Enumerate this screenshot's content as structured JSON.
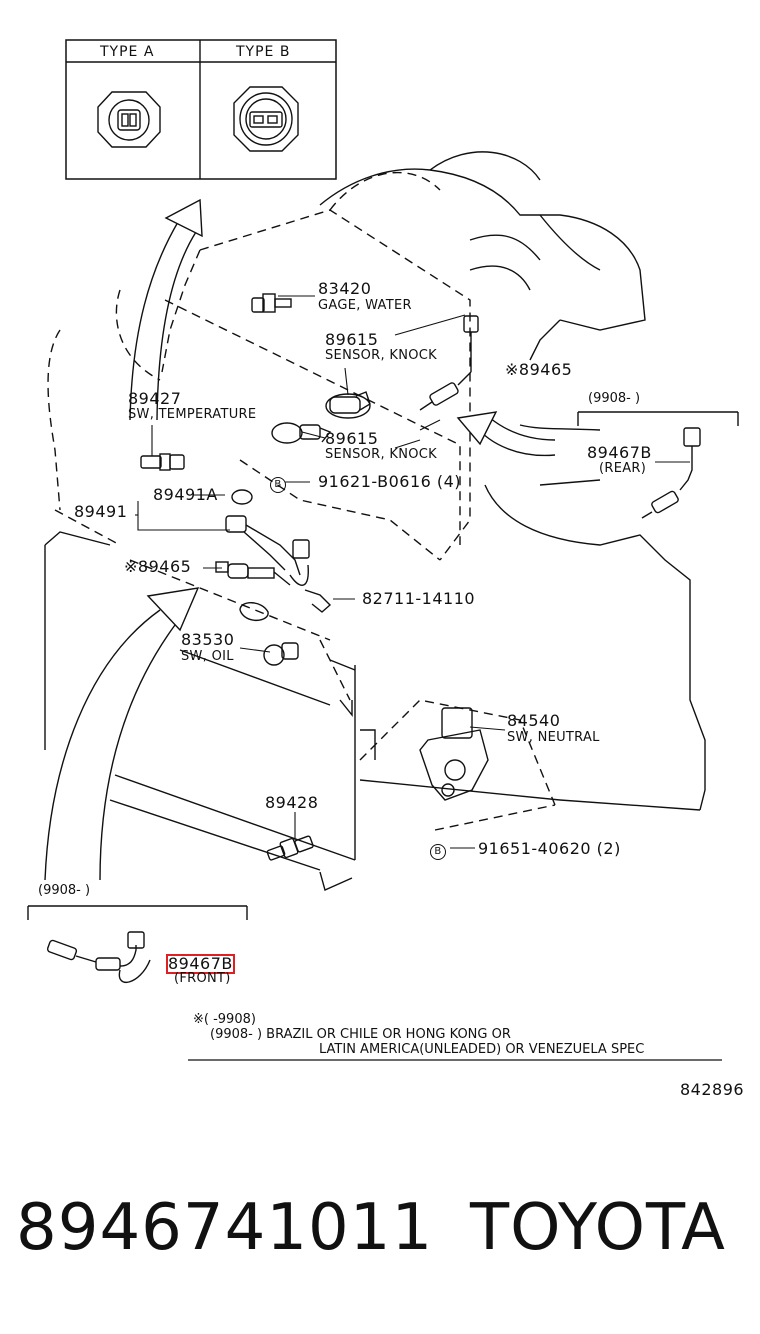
{
  "legend": {
    "type_a": "TYPE A",
    "type_b": "TYPE B"
  },
  "parts": {
    "p83420": {
      "number": "83420",
      "desc": "GAGE, WATER"
    },
    "p89615a": {
      "number": "89615",
      "desc": "SENSOR, KNOCK"
    },
    "p89465a": {
      "number": "※89465"
    },
    "p89427": {
      "number": "89427",
      "desc": "SW, TEMPERATURE"
    },
    "p89615b": {
      "number": "89615",
      "desc": "SENSOR, KNOCK"
    },
    "rear_range": "(9908-        )",
    "p89467b_rear": {
      "number": "89467B",
      "desc": "(REAR)"
    },
    "p89491a": "89491A",
    "bolt1_marker": "B",
    "bolt1": "91621-B0616 (4)",
    "p89491": "89491",
    "p89465b": "※89465",
    "p82711": "82711-14110",
    "p83530": {
      "number": "83530",
      "desc": "SW, OIL"
    },
    "p84540": {
      "number": "84540",
      "desc": "SW, NEUTRAL"
    },
    "p89428": "89428",
    "bolt2_marker": "B",
    "bolt2": "91651-40620 (2)",
    "front_range": "(9908-        )",
    "p89467b_front": {
      "number": "89467B",
      "desc": "(FRONT)"
    }
  },
  "note": {
    "line1": "※(        -9908)",
    "line2": "(9908-        )   BRAZIL OR CHILE OR HONG KONG OR",
    "line3": "LATIN AMERICA(UNLEADED) OR VENEZUELA SPEC"
  },
  "figure_id": "842896",
  "footer": {
    "part_number": "8946741011",
    "brand": "TOYOTA"
  },
  "colors": {
    "highlight": "#e02020",
    "ink": "#111111"
  }
}
